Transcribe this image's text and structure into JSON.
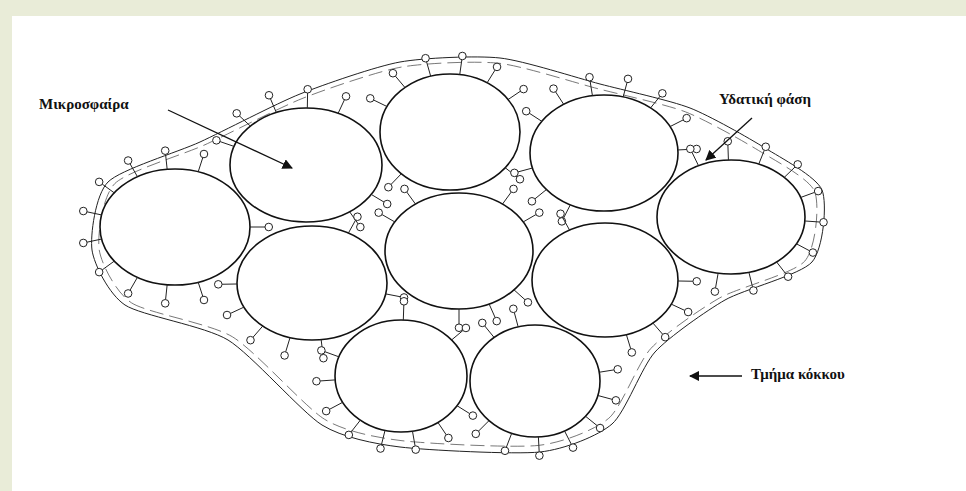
{
  "diagram": {
    "labels": [
      "Μικροσφαίρα",
      "Υδατική φάση",
      "Τμήμα κόκκου"
    ]
  }
}
